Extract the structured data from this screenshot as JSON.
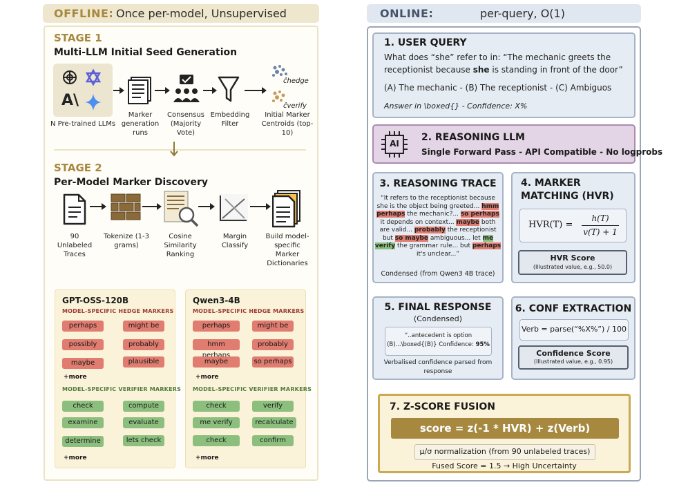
{
  "offline": {
    "title": "OFFLINE:",
    "subtitle": "Once per-model, Unsupervised",
    "stage1": {
      "label": "STAGE 1",
      "title": "Multi-LLM Initial Seed Generation",
      "steps": {
        "llms": "N Pre-trained LLMs",
        "runs": "Marker generation runs",
        "consensus": "Consensus (Majority Vote)",
        "filter": "Embedding Filter",
        "centroids": "Initial Marker Centroids (top-10)"
      },
      "centroid_hedge": "ĉhedge",
      "centroid_verify": "ĉverify"
    },
    "stage2": {
      "label": "STAGE 2",
      "title": "Per-Model Marker Discovery",
      "steps": {
        "traces": "90 Unlabeled Traces",
        "tokenize": "Tokenize (1-3 grams)",
        "cosine": "Cosine Similarity Ranking",
        "margin": "Margin Classify",
        "build": "Build model-specific Marker Dictionaries"
      }
    },
    "cards": [
      {
        "title": "GPT-OSS-120B",
        "hedge_header": "MODEL-SPECIFIC HEDGE MARKERS",
        "hedge": [
          "perhaps",
          "might be",
          "possibly",
          "probably",
          "maybe",
          "plausible"
        ],
        "verify_header": "MODEL-SPECIFIC VERIFIER MARKERS",
        "verify": [
          "check",
          "compute",
          "examine",
          "evaluate",
          "determine",
          "lets check"
        ],
        "more": "+more"
      },
      {
        "title": "Qwen3-4B",
        "hedge_header": "MODEL-SPECIFIC HEDGE MARKERS",
        "hedge": [
          "perhaps",
          "might be",
          "hmm perhaps",
          "probably",
          "maybe",
          "so perhaps"
        ],
        "verify_header": "MODEL-SPECIFIC VERIFIER MARKERS",
        "verify": [
          "check",
          "verify",
          "me verify",
          "recalculate",
          "check",
          "confirm"
        ],
        "more": "+more"
      }
    ]
  },
  "online": {
    "title": "ONLINE:",
    "subtitle": "per-query, O(1)",
    "query": {
      "heading": "1. USER QUERY",
      "q1": "What does “she” refer to in: “The mechanic greets the",
      "q2a": "receptionist because ",
      "q2b": "she",
      "q2c": " is standing in front of the door”",
      "options": "(A) The mechanic - (B) The receptionist - (C) Ambiguos",
      "instruction": "Answer in \\boxed{} - Confidence: X%"
    },
    "reasoning": {
      "heading": "2. REASONING LLM",
      "sub": "Single Forward Pass - API Compatible - No logprobs",
      "chip": "AI"
    },
    "trace": {
      "heading": "3. REASONING TRACE",
      "caption": "Condensed (from Qwen3 4B trace)",
      "l1": "“It refers to the receptionist because",
      "l2a": "she is the object being greeted... ",
      "l2h": "hmm",
      "l3h": "perhaps",
      "l3b": " the mechanic?... ",
      "l3h2": "so perhaps",
      "l4a": "it depends on context... ",
      "l4h": "maybe",
      "l4b": " both",
      "l5a": "are valid... ",
      "l5h": "probably",
      "l5b": " the receptionist",
      "l6a": "but ",
      "l6h": "so maybe",
      "l6b": " ambiguous... let ",
      "l6g": "me",
      "l7g": "verify",
      "l7b": " the grammar rule... but ",
      "l7h": "perhaps",
      "l8": "it's unclear...”"
    },
    "marker": {
      "heading1": "4. MARKER",
      "heading2": "MATCHING (HVR)",
      "formula_lhs": "HVR(T) =",
      "formula_num": "h(T)",
      "formula_den": "v(T) + 1",
      "score_title": "HVR Score",
      "score_sub": "(Illustrated value, e.g., 50.0)"
    },
    "final": {
      "heading": "5. FINAL RESPONSE",
      "sub": "(Condensed)",
      "inner1": "“..antecedent is option",
      "inner2a": "(B)...\\boxed{(B)} Confidence: ",
      "inner2b": "95%",
      "cap1": "Verbalised confidence parsed from",
      "cap2": "response"
    },
    "conf": {
      "heading": "6. CONF EXTRACTION",
      "formula": "Verb = parse(“%X%”) / 100",
      "score_title": "Confidence Score",
      "score_sub": "(Illustrated value, e.g., 0.95)"
    },
    "fusion": {
      "heading": "7. Z-SCORE FUSION",
      "score": "score = z(-1 * HVR) + z(Verb)",
      "norm": "μ/σ normalization (from 90 unlabeled traces)",
      "fused": "Fused Score = 1.5 → High Uncertainty"
    }
  }
}
